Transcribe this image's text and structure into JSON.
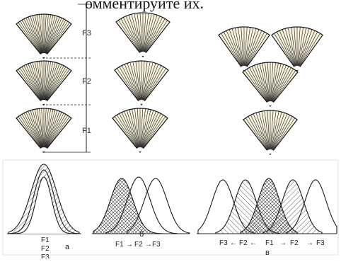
{
  "caption_fragment": "омментируйте их.",
  "panel_a": {
    "letter": "а",
    "spacing_labels": [
      "F3",
      "F2",
      "F1"
    ],
    "axis_labels": [
      "F1",
      "F2",
      "F3"
    ]
  },
  "panel_b": {
    "letter": "б",
    "axis_labels": [
      "F1",
      "→",
      "F2",
      "→",
      "F3"
    ]
  },
  "panel_c": {
    "letter": "в",
    "axis_labels": [
      "F3",
      "←",
      "F2",
      "←",
      "F1",
      "→",
      "F2",
      "→",
      "F3"
    ]
  },
  "colors": {
    "stroke": "#1a1a1a",
    "fill": "#f7f2dc",
    "background": "#ffffff"
  }
}
